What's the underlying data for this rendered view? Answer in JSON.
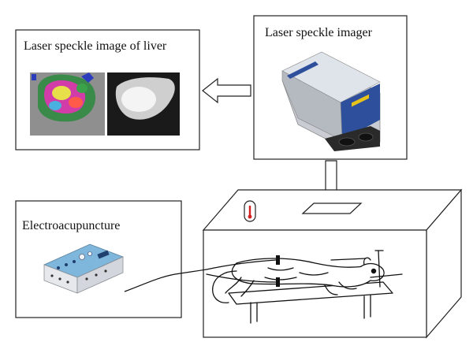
{
  "labels": {
    "liver_image": "Laser speckle image of liver",
    "imager": "Laser speckle imager",
    "electroacupuncture": "Electroacupuncture"
  },
  "icons": {
    "speckle_color_map": "laser-speckle-color-map",
    "speckle_gray_map": "laser-speckle-grayscale-map",
    "imager_device": "laser-speckle-imager-device",
    "ea_device": "electroacupuncture-stimulator-device",
    "rat": "rat-on-operating-table",
    "thermometer": "thermometer-icon"
  },
  "colors": {
    "stroke": "#222222",
    "imager_blue": "#2d4f9c",
    "imager_silver": "#c9ccd2",
    "ea_blue": "#5f9fc9"
  }
}
